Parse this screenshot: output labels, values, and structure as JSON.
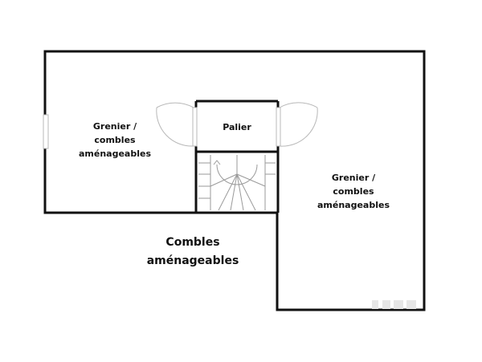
{
  "plan": {
    "room_left": {
      "line1": "Grenier /",
      "line2": "combles",
      "line3": "aménageables"
    },
    "landing": {
      "name": "Palier"
    },
    "room_right": {
      "line1": "Grenier /",
      "line2": "combles",
      "line3": "aménageables"
    },
    "attic": {
      "line1": "Combles",
      "line2": "aménageables"
    },
    "colors": {
      "wall": "#111111",
      "window": "#b8b8b8",
      "stairs": "#9a9a9a",
      "background": "#ffffff"
    }
  }
}
